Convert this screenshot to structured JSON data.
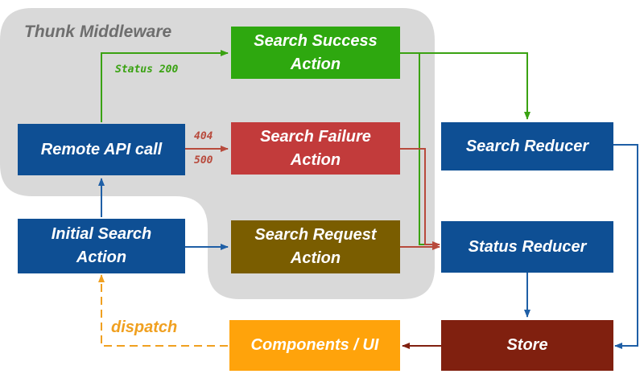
{
  "diagram": {
    "region_title": "Thunk Middleware",
    "nodes": {
      "remote_api": {
        "line1": "Remote API call",
        "line2": ""
      },
      "initial_search": {
        "line1": "Initial Search",
        "line2": "Action"
      },
      "search_success": {
        "line1": "Search Success",
        "line2": "Action"
      },
      "search_failure": {
        "line1": "Search Failure",
        "line2": "Action"
      },
      "search_request": {
        "line1": "Search Request",
        "line2": "Action"
      },
      "search_reducer": {
        "line1": "Search Reducer",
        "line2": ""
      },
      "status_reducer": {
        "line1": "Status Reducer",
        "line2": ""
      },
      "store": {
        "line1": "Store",
        "line2": ""
      },
      "components_ui": {
        "line1": "Components / UI",
        "line2": ""
      }
    },
    "edge_labels": {
      "status_200": "Status 200",
      "code_404": "404",
      "code_500": "500",
      "dispatch": "dispatch"
    }
  },
  "colors": {
    "region_fill": "#d9d9d9",
    "blue": "#0e4f94",
    "green": "#2ea80f",
    "red": "#c23b3b",
    "brown": "#7a5d00",
    "dark_red": "#80200f",
    "orange": "#ffa30b",
    "blue_wire": "#1f5fa6",
    "green_wire": "#3aa212",
    "red_wire": "#b84a3c",
    "orange_wire": "#f0a020"
  }
}
